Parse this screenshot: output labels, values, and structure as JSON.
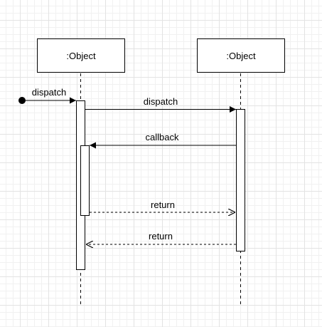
{
  "participants": [
    {
      "label": ":Object"
    },
    {
      "label": ":Object"
    }
  ],
  "messages": {
    "found_dispatch": "dispatch",
    "dispatch": "dispatch",
    "callback": "callback",
    "return_1": "return",
    "return_2": "return"
  },
  "colors": {
    "line": "#000000",
    "grid": "#e3e3e3",
    "background": "#ffffff"
  }
}
